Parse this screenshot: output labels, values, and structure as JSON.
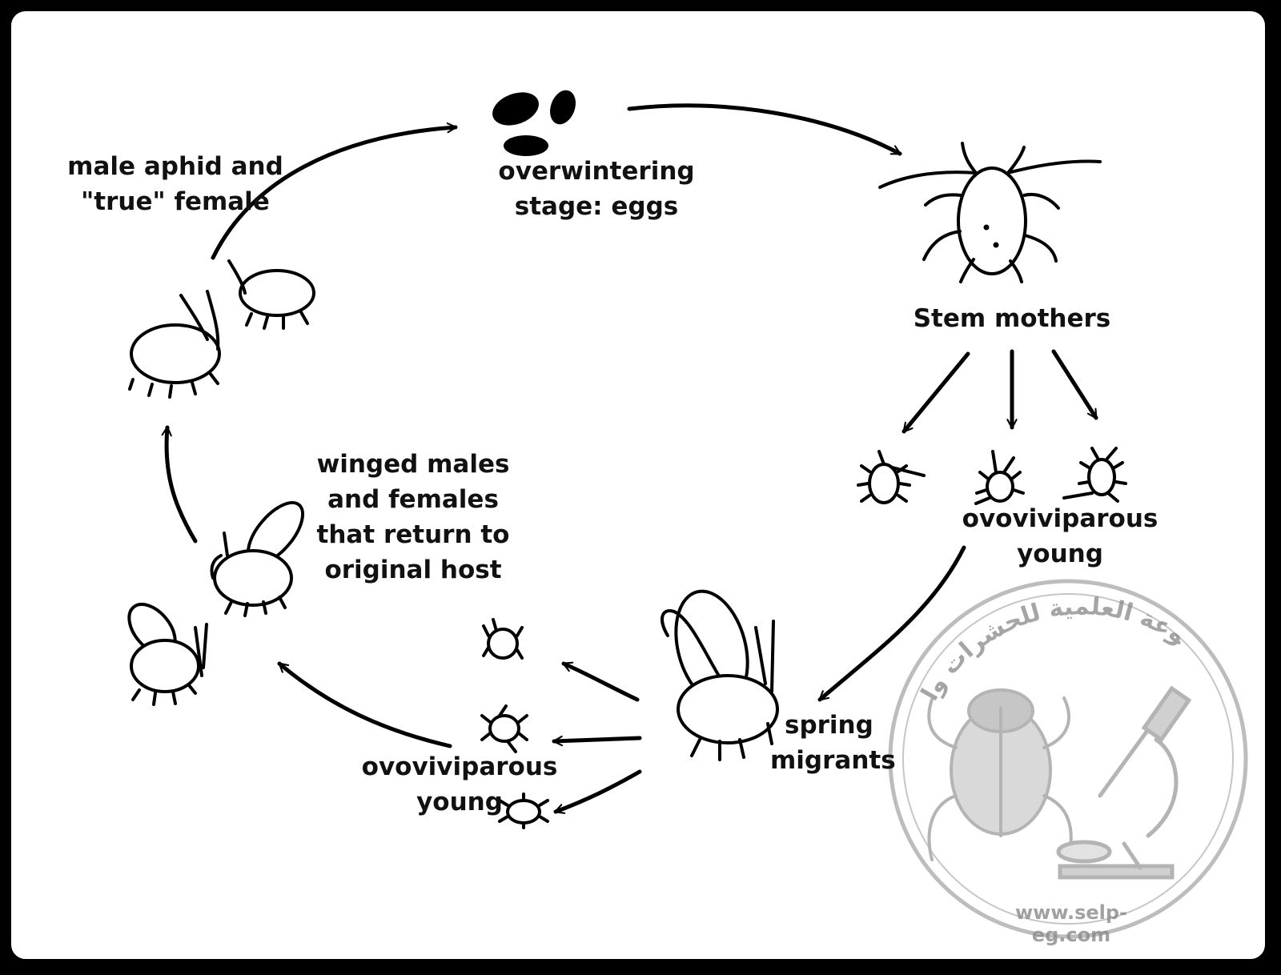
{
  "labels": {
    "eggs": [
      "overwintering",
      "stage: eggs"
    ],
    "stem_mothers": [
      "Stem mothers"
    ],
    "young_right": [
      "ovoviviparous",
      "young"
    ],
    "spring_migrants": [
      "spring",
      "migrants"
    ],
    "young_bottom": [
      "ovoviviparous",
      "young"
    ],
    "winged": [
      "winged males",
      "and females",
      "that return to",
      "original host"
    ],
    "male_female": [
      "male aphid and",
      "\"true\" female"
    ]
  },
  "watermark": {
    "arabic_text": "الموسوعة العلمية للحشرات والآفات",
    "url": "www.selp-eg.com"
  }
}
